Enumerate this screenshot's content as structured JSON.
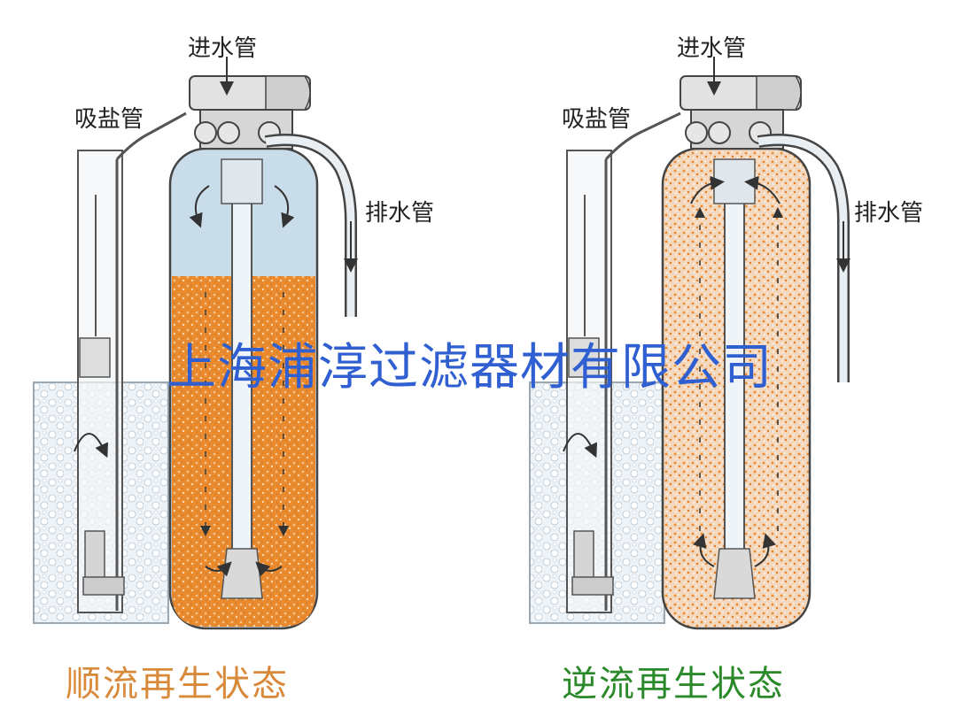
{
  "colors": {
    "media_orange": "#e98a2f",
    "water_blue": "#c9dcea",
    "outline": "#333333",
    "caption_left": "#d8893a",
    "caption_right": "#2a8a2a",
    "watermark": "#2f5fd0"
  },
  "left": {
    "labels": {
      "inlet": "进水管",
      "brine": "吸盐管",
      "drain": "排水管"
    },
    "caption": "顺流再生状态"
  },
  "right": {
    "labels": {
      "inlet": "进水管",
      "brine": "吸盐管",
      "drain": "排水管"
    },
    "caption": "逆流再生状态"
  },
  "watermark": "上海浦淳过滤器材有限公司"
}
